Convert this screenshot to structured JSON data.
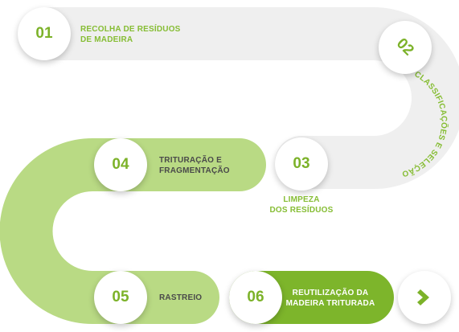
{
  "colors": {
    "track_gray": "#efefef",
    "track_light_green": "#b9da84",
    "track_dark_green": "#7db52b",
    "number_green": "#7cb229"
  },
  "steps": [
    {
      "number": "01",
      "label": "RECOLHA DE RESÍDUOS\nDE MADEIRA"
    },
    {
      "number": "02",
      "label": "CLASSIFICAÇÕES E SELEÇÃO"
    },
    {
      "number": "03",
      "label": "LIMPEZA\nDOS RESÍDUOS"
    },
    {
      "number": "04",
      "label": "TRITURAÇÃO E\nFRAGMENTAÇÃO"
    },
    {
      "number": "05",
      "label": "RASTREIO"
    },
    {
      "number": "06",
      "label": "REUTILIZAÇÃO DA\nMADEIRA TRITURADA"
    }
  ],
  "next_icon": "chevron-right-icon"
}
